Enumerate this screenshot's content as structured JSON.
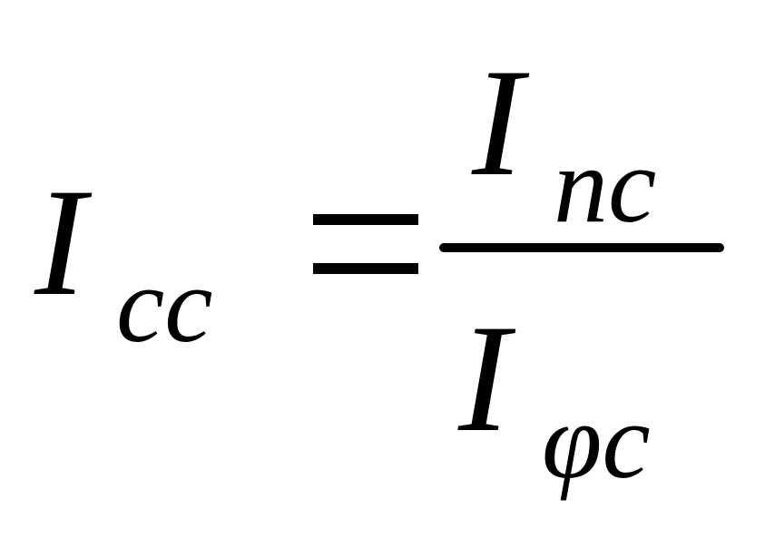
{
  "equation": {
    "lhs": {
      "symbol": "I",
      "subscript": "cc"
    },
    "rhs": {
      "numerator": {
        "symbol": "I",
        "subscript": "nc"
      },
      "denominator": {
        "symbol": "I",
        "subscript": "φc"
      }
    }
  }
}
